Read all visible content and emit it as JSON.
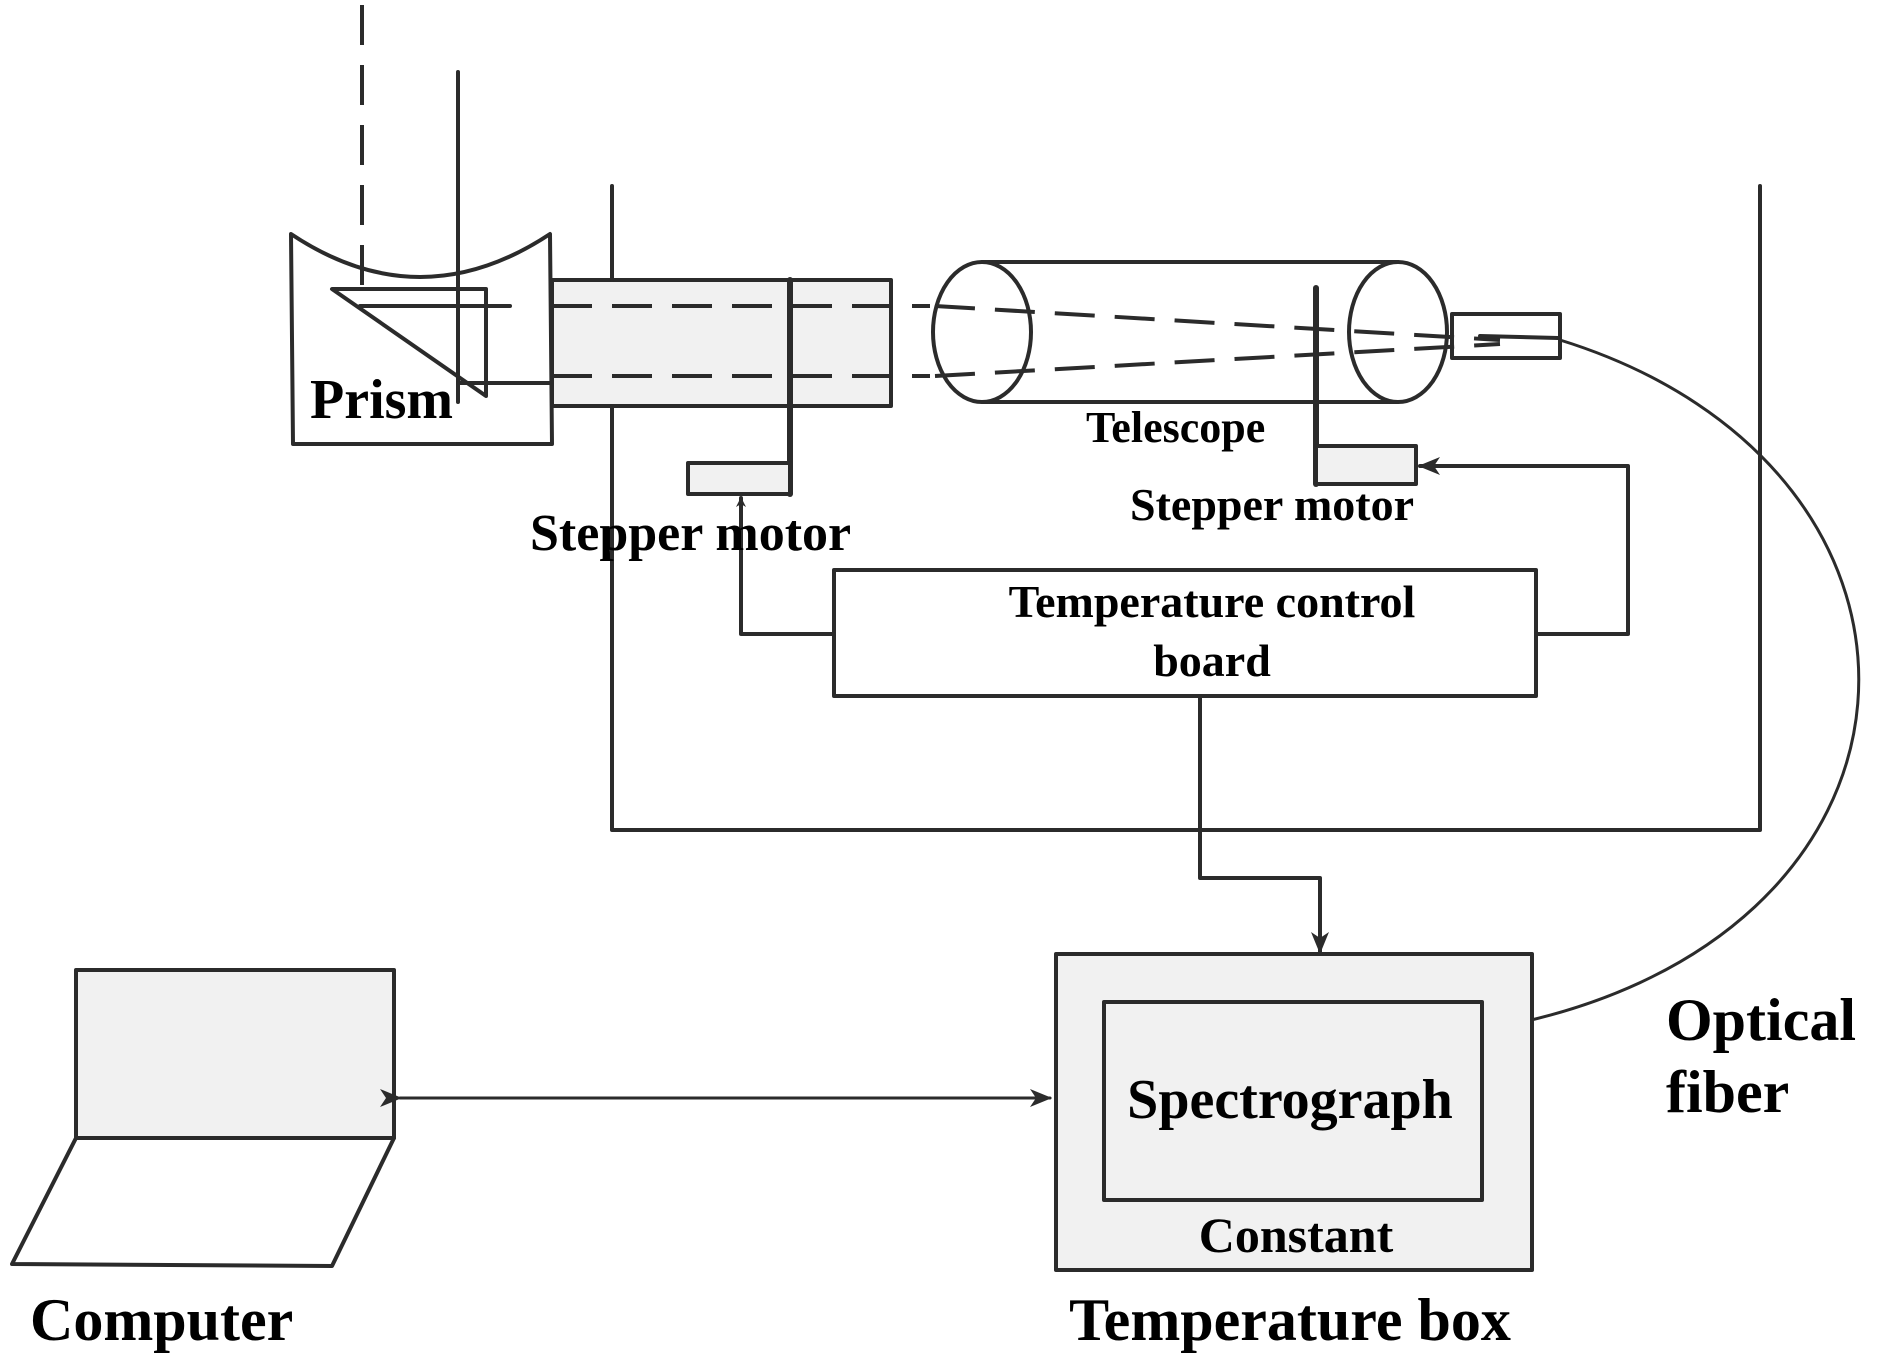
{
  "diagram": {
    "type": "system schematic",
    "labels": {
      "prism": "Prism",
      "telescope": "Telescope",
      "stepper_motor_left": "Stepper motor",
      "stepper_motor_right": "Stepper motor",
      "temperature_control_board_line1": "Temperature control",
      "temperature_control_board_line2": "board",
      "spectrograph": "Spectrograph",
      "constant": "Constant",
      "temperature_box": "Temperature box",
      "computer": "Computer",
      "optical_fiber_line1": "Optical",
      "optical_fiber_line2": "fiber"
    },
    "connections": [
      {
        "from": "Temperature control board",
        "to": "Stepper motor (left)",
        "arrow": "one-way"
      },
      {
        "from": "Temperature control board",
        "to": "Stepper motor (right)",
        "arrow": "one-way"
      },
      {
        "from": "Temperature control board",
        "to": "Constant Temperature box",
        "arrow": "one-way"
      },
      {
        "from": "Computer",
        "to": "Constant Temperature box",
        "arrow": "two-way"
      },
      {
        "from": "Telescope",
        "to": "Spectrograph",
        "via": "Optical fiber"
      }
    ],
    "colors": {
      "line": "#2b2b2b",
      "fill": "#f1f1f1",
      "text": "#000000"
    }
  }
}
